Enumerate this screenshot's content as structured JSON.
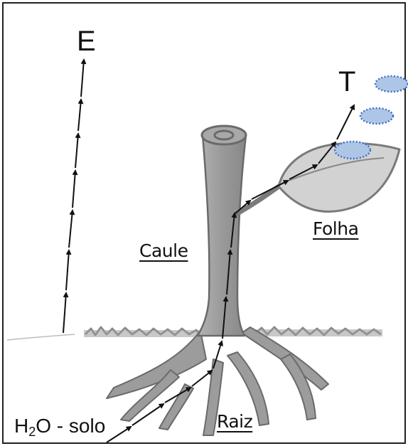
{
  "labels": {
    "evaporation": "E",
    "transpiration": "T",
    "stem": "Caule",
    "leaf": "Folha",
    "root": "Raiz",
    "water_source": {
      "h": "H",
      "sub": "2",
      "rest": "O - solo"
    }
  },
  "colors": {
    "plant_fill": "#9c9c9c",
    "plant_outline": "#6a6a6a",
    "leaf_fill": "#d2d2d2",
    "vapor_fill": "#aec6e6",
    "vapor_stroke": "#3d6fc4",
    "arrow": "#111111",
    "frame": "#222222"
  }
}
